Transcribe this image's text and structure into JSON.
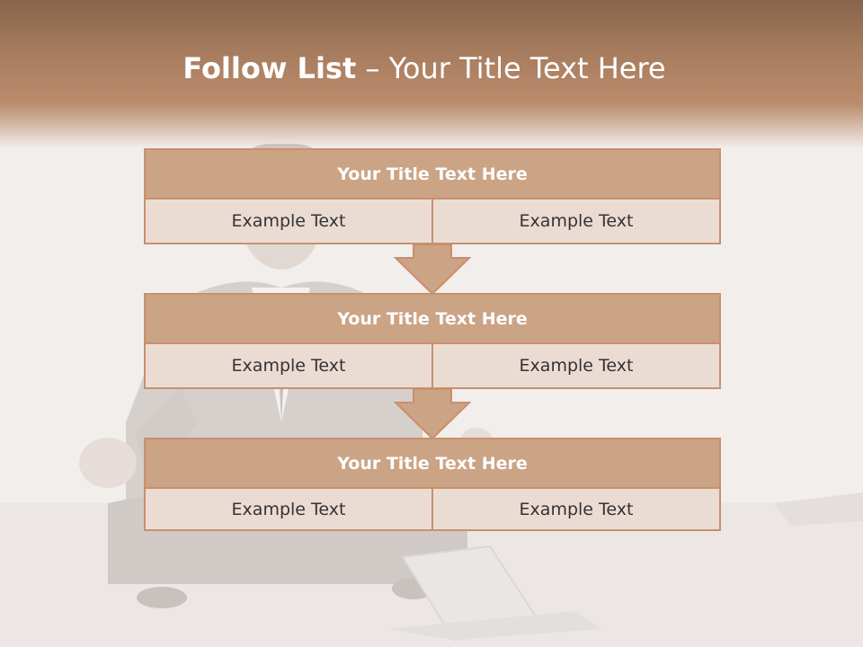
{
  "slide": {
    "title_bold": "Follow List",
    "title_rest": " – Your Title Text Here"
  },
  "blocks": [
    {
      "title": "Your Title Text Here",
      "left": "Example Text",
      "right": "Example Text"
    },
    {
      "title": "Your Title Text Here",
      "left": "Example Text",
      "right": "Example Text"
    },
    {
      "title": "Your Title Text Here",
      "left": "Example Text",
      "right": "Example Text"
    }
  ],
  "colors": {
    "header_dark": "#87644b",
    "block_head": "#cba385",
    "block_cell": "#ebdcd3",
    "border": "#c8906d"
  }
}
